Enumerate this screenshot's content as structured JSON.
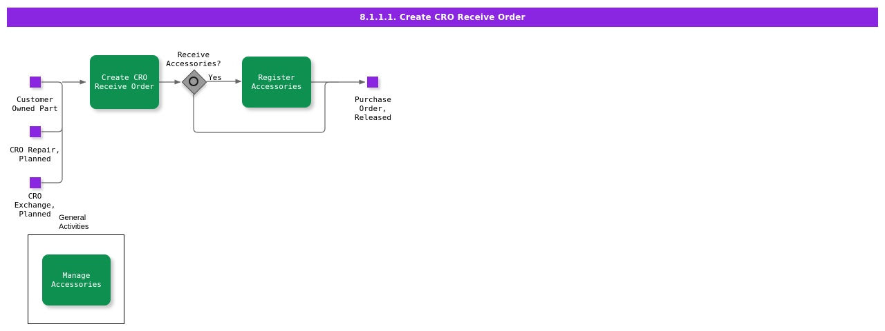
{
  "banner": {
    "title": "8.1.1.1. Create CRO Receive Order",
    "background_color": "#8a26e2",
    "text_color": "#ffffff"
  },
  "palette": {
    "task_green": "#0e9150",
    "event_purple": "#8a26e2",
    "gateway_gray": "#999999",
    "connector_gray": "#666666",
    "text_black": "#000000"
  },
  "diagram": {
    "type": "bpmn-process",
    "start_events": [
      {
        "id": "customer-owned-part",
        "label": "Customer\nOwned Part"
      },
      {
        "id": "cro-repair-planned",
        "label": "CRO Repair,\nPlanned"
      },
      {
        "id": "cro-exchange-planned",
        "label": "CRO\nExchange,\nPlanned"
      }
    ],
    "tasks": [
      {
        "id": "create-cro-receive-order",
        "label": "Create CRO\nReceive Order"
      },
      {
        "id": "register-accessories",
        "label": "Register\nAccessories"
      },
      {
        "id": "manage-accessories",
        "label": "Manage\nAccessories"
      }
    ],
    "gateways": [
      {
        "id": "receive-accessories",
        "label": "Receive\nAccessories?",
        "kind": "inclusive"
      }
    ],
    "end_events": [
      {
        "id": "purchase-order-released",
        "label": "Purchase\nOrder,\nReleased"
      }
    ],
    "flow_labels": [
      {
        "id": "yes-branch",
        "label": "Yes"
      }
    ],
    "groups": [
      {
        "id": "general-activities",
        "label": "General\nActivities"
      }
    ]
  }
}
